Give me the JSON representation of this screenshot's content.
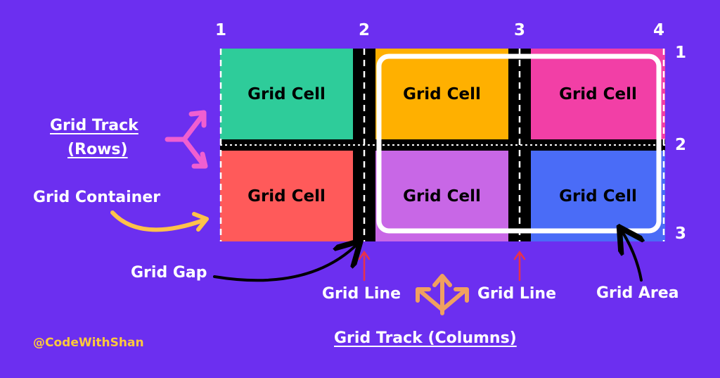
{
  "column_line_numbers": [
    "1",
    "2",
    "3",
    "4"
  ],
  "row_line_numbers": [
    "1",
    "2",
    "3"
  ],
  "cells": [
    {
      "label": "Grid Cell",
      "color": "#2ecc9a"
    },
    {
      "label": "Grid Cell",
      "color": "#ffb000"
    },
    {
      "label": "Grid Cell",
      "color": "#f23fa6"
    },
    {
      "label": "Grid Cell",
      "color": "#ff5a5a"
    },
    {
      "label": "Grid Cell",
      "color": "#c867e6"
    },
    {
      "label": "Grid Cell",
      "color": "#4a6cf7"
    }
  ],
  "labels": {
    "grid_track_rows_line1": "Grid Track",
    "grid_track_rows_line2": "(Rows)",
    "grid_container": "Grid Container",
    "grid_gap": "Grid Gap",
    "grid_line_left": "Grid Line",
    "grid_line_right": "Grid Line",
    "grid_area": "Grid Area",
    "grid_track_columns": "Grid Track (Columns)",
    "handle": "@CodeWithShan"
  },
  "colors": {
    "background": "#6c2ff0",
    "gap": "#000000",
    "pink_arrow": "#f05fd0",
    "orange_arrow": "#f0a060",
    "yellow_arrow": "#ffc24a",
    "red_arrow": "#e8324a",
    "handle": "#ffc93c"
  }
}
